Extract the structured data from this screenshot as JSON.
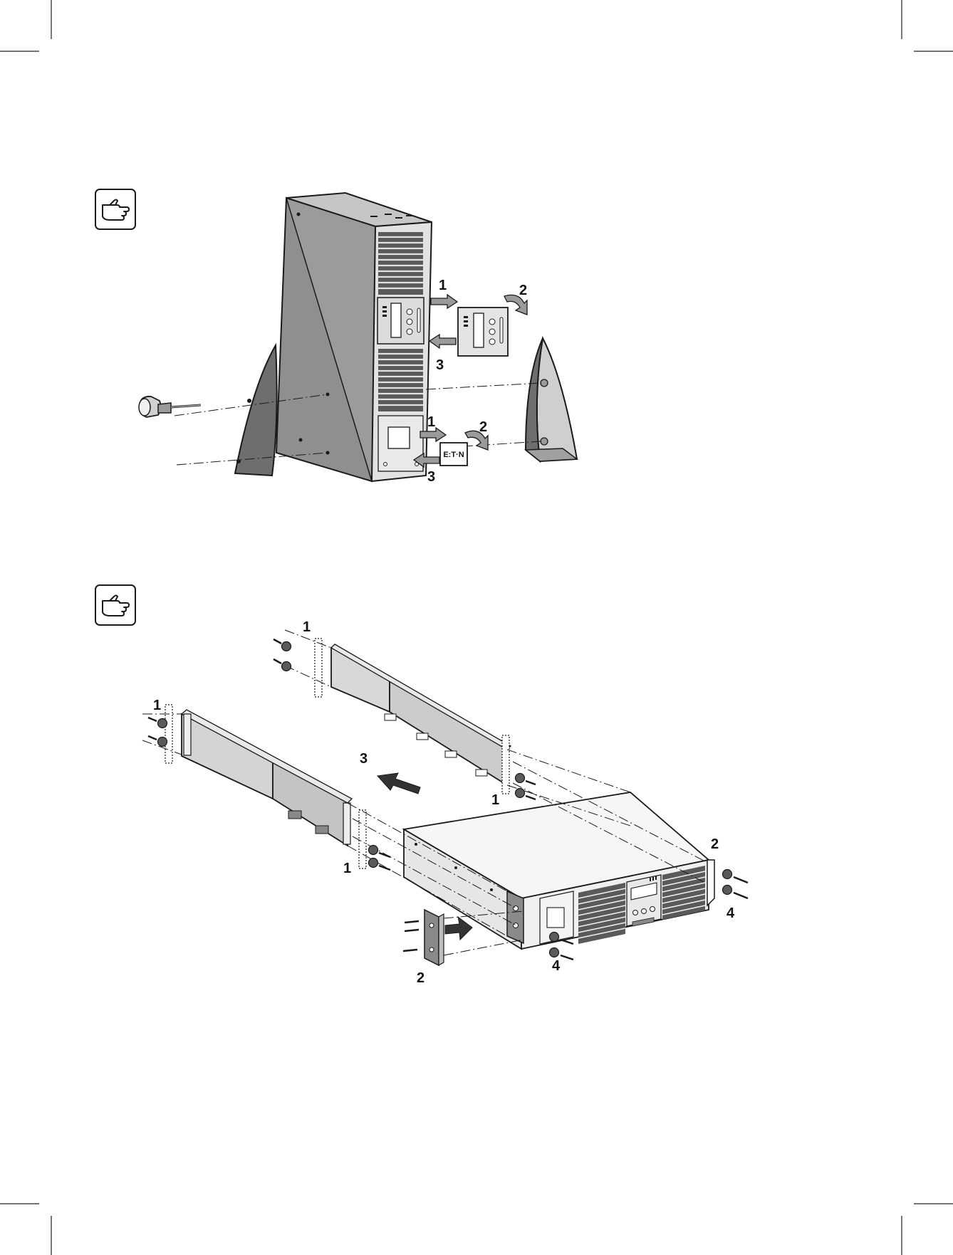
{
  "colors": {
    "line": "#1a1a1a",
    "panel_dark": "#7d7d7d",
    "panel_mid": "#a8a8a8",
    "panel_light": "#d4d4d4",
    "vent": "#4a4a4a",
    "arrow": "#8c8c8c",
    "arrow_dark": "#333333"
  },
  "icons": {
    "note_icon_1": "pointing-hand-icon",
    "note_icon_2": "pointing-hand-icon"
  },
  "tower_figure": {
    "labels": {
      "remove_display": "1",
      "rotate_display": "2",
      "reinsert_display": "3",
      "remove_logo": "1",
      "rotate_logo": "2",
      "reinsert_logo": "3"
    },
    "logo_text": "E:T·N"
  },
  "rack_figure": {
    "labels": {
      "rail_screws_rear_top": "1",
      "rail_screws_rear_left": "1",
      "slide_in": "3",
      "rail_screws_front_top": "1",
      "rail_screws_front_left": "1",
      "bracket_right": "2",
      "bracket_left": "2",
      "front_screws_right": "4",
      "front_screws_bottom": "4"
    }
  }
}
